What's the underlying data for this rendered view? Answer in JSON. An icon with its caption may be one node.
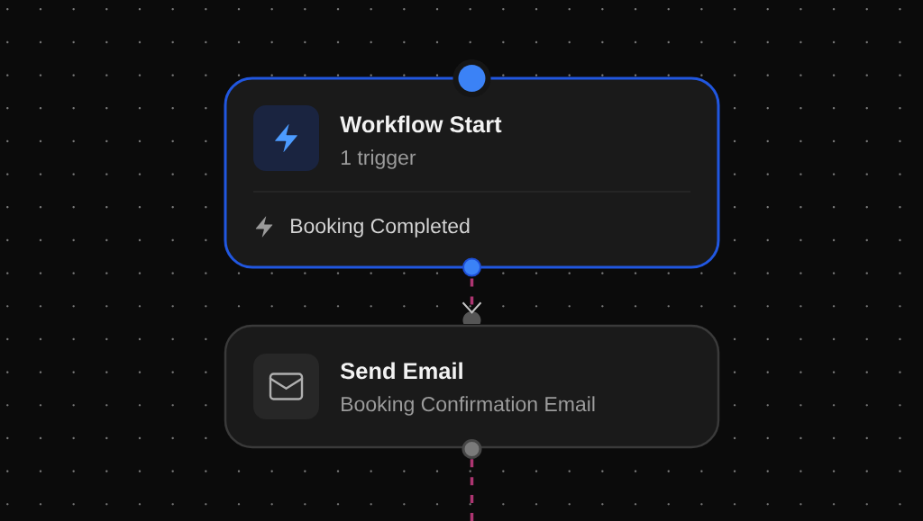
{
  "diagram": {
    "nodes": [
      {
        "text": [
          "Workflow Start",
          "1 trigger",
          "Booking Completed"
        ]
      },
      {
        "text": [
          "Send Email",
          "Booking Confirmation Email"
        ]
      }
    ],
    "edges": [
      {
        "from": 0,
        "to": 1,
        "arrow": "to",
        "style": "dashed"
      },
      {
        "from": 1,
        "to": null,
        "arrow": "none",
        "style": "dashed"
      }
    ]
  }
}
